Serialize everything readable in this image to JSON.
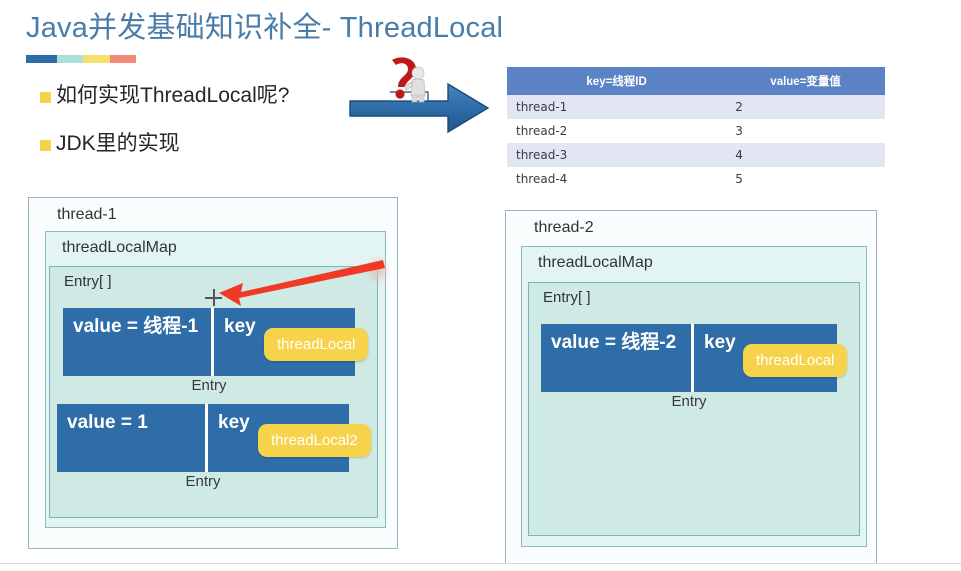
{
  "slide": {
    "title": "Java并发基础知识补全- ThreadLocal",
    "accent_colors": [
      "#2E6DA8",
      "#A9E0DA",
      "#F8E06E",
      "#F28C78"
    ],
    "bullets": [
      "如何实现ThreadLocal呢?",
      "JDK里的实现"
    ],
    "arrow_graphic": {
      "name": "blue-right-arrow-with-question-mark-figure",
      "arrow_color": "#2E6DA8",
      "question_mark_color": "#C0191B"
    }
  },
  "table": {
    "headers": [
      "key=线程ID",
      "value=变量值"
    ],
    "header_bg": "#5B82C4",
    "rows": [
      [
        "thread-1",
        "2"
      ],
      [
        "thread-2",
        "3"
      ],
      [
        "thread-3",
        "4"
      ],
      [
        "thread-4",
        "5"
      ]
    ]
  },
  "diagrams": [
    {
      "thread_label": "thread-1",
      "map_label": "threadLocalMap",
      "array_label": "Entry[ ]",
      "entries": [
        {
          "value_text": "value = 线程-1",
          "key_text": "key",
          "badge": "threadLocal",
          "caption": "Entry"
        },
        {
          "value_text": "value = 1",
          "key_text": "key",
          "badge": "threadLocal2",
          "caption": "Entry"
        }
      ]
    },
    {
      "thread_label": "thread-2",
      "map_label": "threadLocalMap",
      "array_label": "Entry[ ]",
      "entries": [
        {
          "value_text": "value = 线程-2",
          "key_text": "key",
          "badge": "threadLocal",
          "caption": "Entry"
        }
      ]
    }
  ],
  "annotation": {
    "pointer_color": "#F03A25",
    "cursor": "crosshair-cursor"
  }
}
